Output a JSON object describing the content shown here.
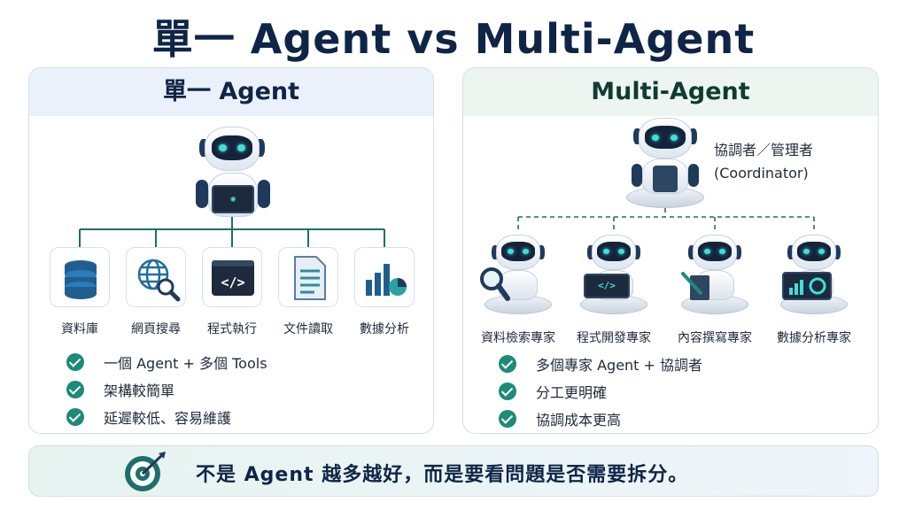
{
  "title": "單一 Agent vs Multi-Agent",
  "single": {
    "heading": "單一 Agent",
    "tools": [
      {
        "label": "資料庫",
        "icon": "database-icon"
      },
      {
        "label": "網頁搜尋",
        "icon": "web-search-icon"
      },
      {
        "label": "程式執行",
        "icon": "code-terminal-icon"
      },
      {
        "label": "文件讀取",
        "icon": "document-icon"
      },
      {
        "label": "數據分析",
        "icon": "analytics-chart-icon"
      }
    ],
    "points": [
      "一個 Agent + 多個 Tools",
      "架構較簡單",
      "延遲較低、容易維護"
    ]
  },
  "multi": {
    "heading": "Multi-Agent",
    "coordinator": {
      "label": "協調者／管理者",
      "sublabel": "(Coordinator)"
    },
    "agents": [
      {
        "label": "資料檢索專家",
        "icon": "magnifier-icon"
      },
      {
        "label": "程式開發專家",
        "icon": "laptop-code-icon"
      },
      {
        "label": "內容撰寫專家",
        "icon": "pen-tablet-icon"
      },
      {
        "label": "數據分析專家",
        "icon": "dashboard-icon"
      }
    ],
    "points": [
      "多個專家 Agent + 協調者",
      "分工更明確",
      "協調成本更高"
    ]
  },
  "footer": {
    "text": "不是 Agent 越多越好，而是要看問題是否需要拆分。",
    "icon": "target-arrow-icon"
  },
  "colors": {
    "navy": "#0f2547",
    "teal": "#1e8a78",
    "cyan": "#3fe0d8"
  }
}
